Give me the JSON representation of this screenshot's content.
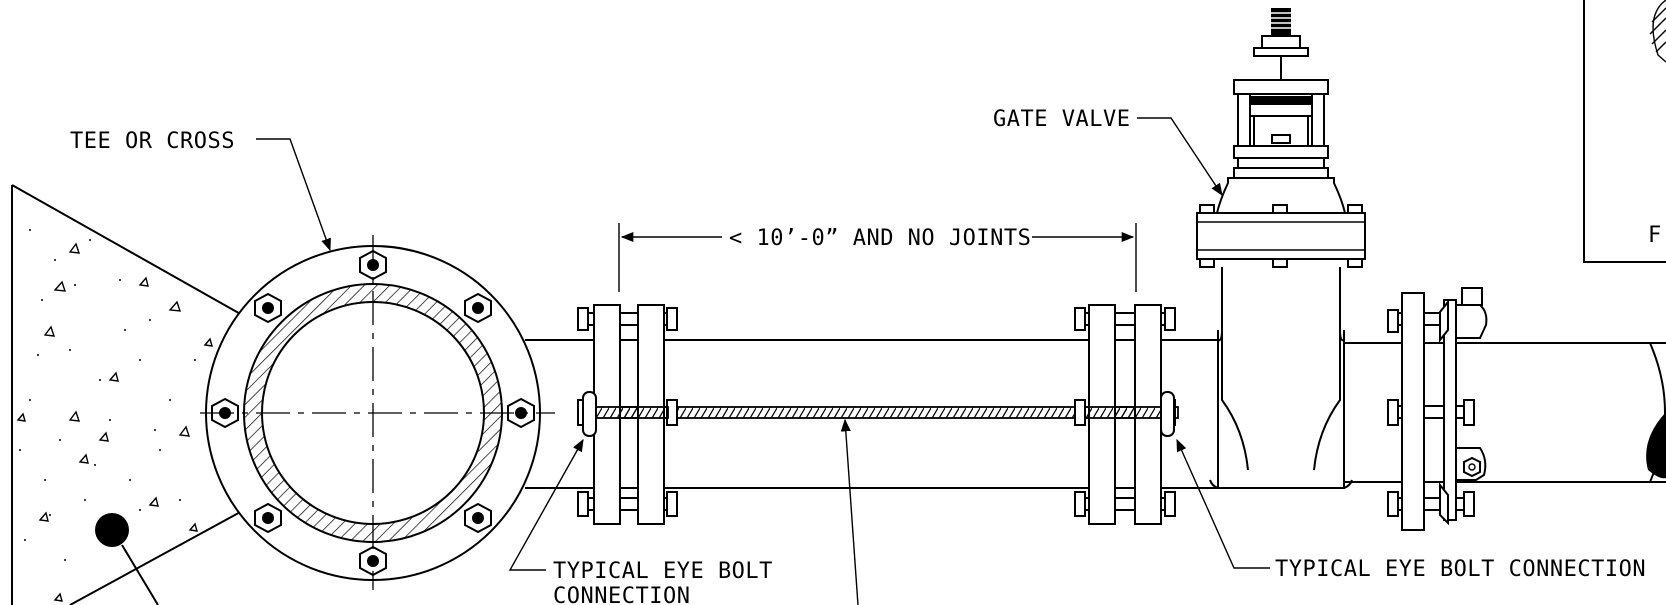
{
  "labels": {
    "tee_or_cross": "TEE OR CROSS",
    "gate_valve": "GATE VALVE",
    "dimension": "< 10’-0” AND NO JOINTS",
    "eye_bolt_left_line1": "TYPICAL EYE BOLT",
    "eye_bolt_left_line2": "CONNECTION",
    "eye_bolt_right": "TYPICAL EYE BOLT CONNECTION",
    "partial_letter": "F"
  },
  "colors": {
    "ink": "#000000",
    "paper": "#ffffff"
  }
}
